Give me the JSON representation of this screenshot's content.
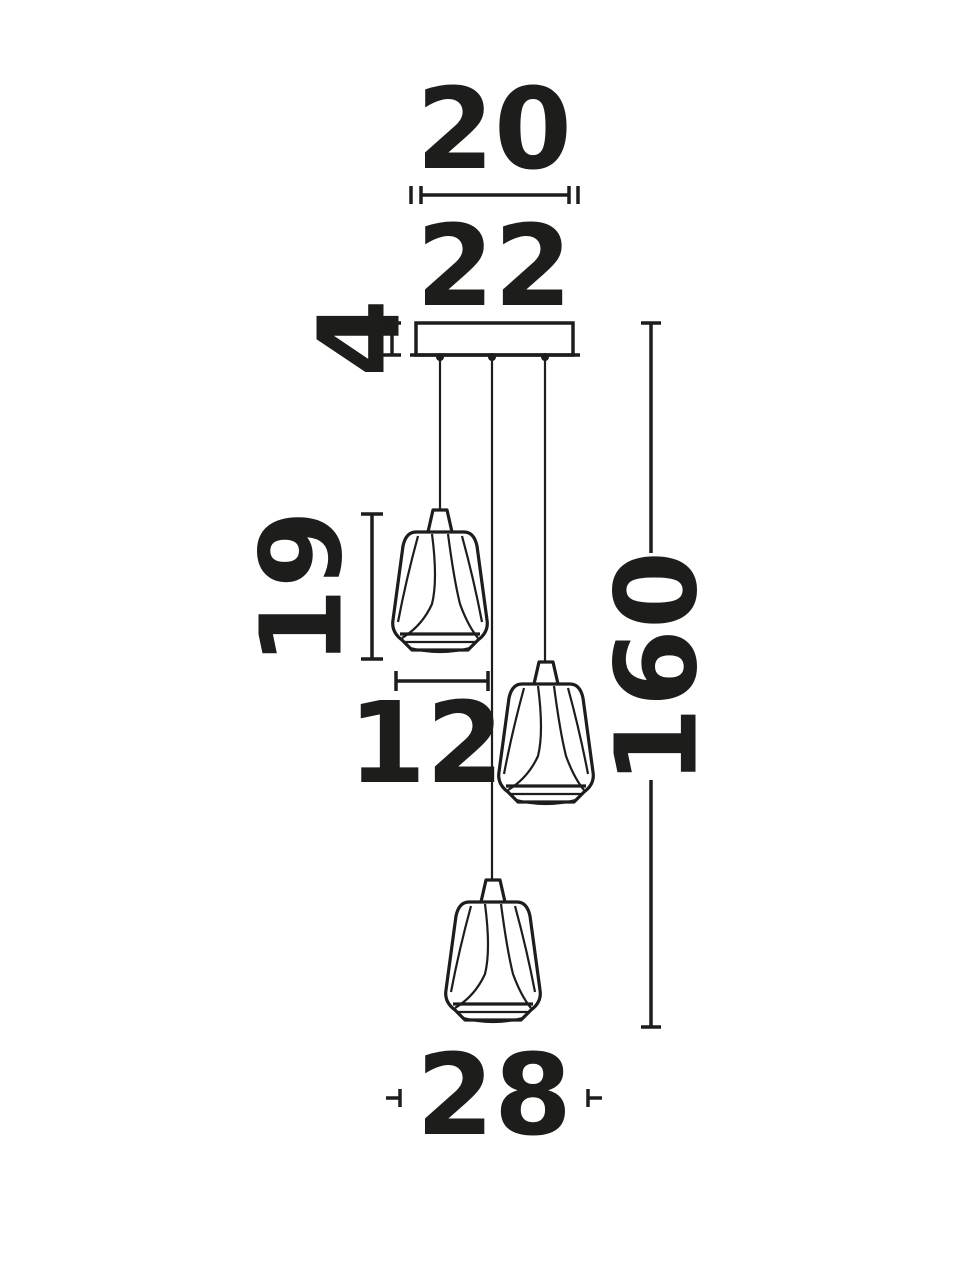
{
  "dimensions": {
    "canopy_width": "20",
    "canopy_outer_width": "22",
    "canopy_height": "4",
    "shade_height": "19",
    "shade_width": "12",
    "total_height": "160",
    "total_spread": "28"
  },
  "colors": {
    "ink": "#1d1d1b",
    "background": "#ffffff"
  }
}
